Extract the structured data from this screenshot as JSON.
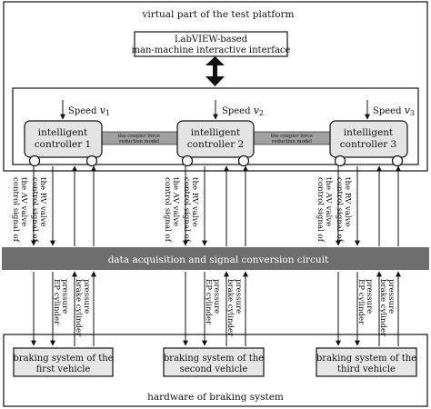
{
  "virtual_title": "virtual part of the test platform",
  "hmi": {
    "line1": "LabVIEW-based",
    "line2": "man-machine interactive interface"
  },
  "controllers": [
    {
      "line1": "intelligent",
      "line2": "controller 1",
      "speed_label": "Speed",
      "speed_var": "v",
      "speed_sub": "1"
    },
    {
      "line1": "intelligent",
      "line2": "controller 2",
      "speed_label": "Speed",
      "speed_var": "v",
      "speed_sub": "2"
    },
    {
      "line1": "intelligent",
      "line2": "controller 3",
      "speed_label": "Speed",
      "speed_var": "v",
      "speed_sub": "3"
    }
  ],
  "coupler_models": [
    {
      "line1": "the coupler force",
      "line2": "reduction model"
    },
    {
      "line1": "the coupler force",
      "line2": "reduction model"
    }
  ],
  "control_signals": [
    {
      "line1": "control signal of",
      "line2": "the AV valve"
    },
    {
      "line1": "control signal of",
      "line2": "the RV valve"
    }
  ],
  "daq_label": "data acquisition and signal conversion circuit",
  "feedback_signals": [
    {
      "line1": "EP cylinder",
      "line2": "pressure"
    },
    {
      "line1": "brake cylinder",
      "line2": "pressure"
    }
  ],
  "braking_systems": [
    {
      "line1": "braking system of the",
      "line2": "first vehicle"
    },
    {
      "line1": "braking system of the",
      "line2": "second vehicle"
    },
    {
      "line1": "braking system of the",
      "line2": "third vehicle"
    }
  ],
  "hardware_title": "hardware of braking system",
  "colors": {
    "controller_fill": "#e4e4e4",
    "coupler_fill": "#a0a0a0",
    "daq_fill": "#6e6e6e",
    "braking_fill": "#e6e6e6",
    "line": "#111111"
  }
}
